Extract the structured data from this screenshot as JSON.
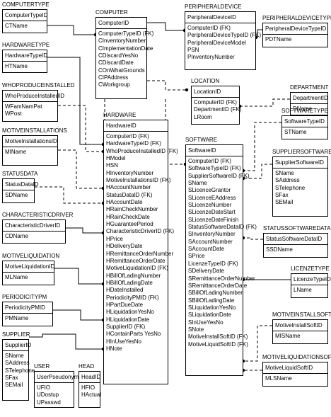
{
  "entities": {
    "computertype": {
      "name": "COMPUTERTYPE",
      "pk": [
        "ComputerTypeID"
      ],
      "attrs": [
        "CTName"
      ]
    },
    "computer": {
      "name": "COMPUTER",
      "pk": [
        "ComputerID"
      ],
      "attrs": [
        "ComputerTypeID (FK)",
        "CInventoryNumber",
        "CImplementationDate",
        "CDiscardYesNo",
        "CDiscardDate",
        "COnWhatGrounds",
        "CIPAddress",
        "CWorkgroup"
      ]
    },
    "peripheraldevice": {
      "name": "PERIPHERALDEVICE",
      "pk": [
        "PeripheralDeviceID"
      ],
      "attrs": [
        "ComputerID (FK)",
        "PeripheralDeviceTypeID (FK)",
        "PeripheralDeviceModel",
        "PSN",
        "PInventoryNumber"
      ]
    },
    "peripheraldevicetype": {
      "name": "PERIPHERALDEVICETYPE",
      "pk": [
        "PeripheralDeviceTypeID"
      ],
      "attrs": [
        "PDTName"
      ]
    },
    "hardwaretype": {
      "name": "HARDWARETYPE",
      "pk": [
        "HardwareTypeID"
      ],
      "attrs": [
        "HTName"
      ]
    },
    "location": {
      "name": "LOCATION",
      "pk": [
        "LocationID"
      ],
      "attrs": [
        "ComputerID (FK)",
        "DepartmentID (FK)",
        "LRoom"
      ]
    },
    "department": {
      "name": "DEPARTMENT",
      "pk": [
        "DepartmentID"
      ],
      "attrs": [
        "DName"
      ]
    },
    "whoproduceinstalled": {
      "name": "WHOPRODUCEINSTALLED",
      "pk": [
        "WhoProduceInstalledID"
      ],
      "attrs": [
        "WFamNamPat",
        "WPost"
      ]
    },
    "hardware": {
      "name": "HARDWARE",
      "pk": [
        "HardwareID"
      ],
      "attrs": [
        "ComputerID (FK)",
        "HardwareTypeID (FK)",
        "WhoProduceInstalledID (FK)",
        "HModel",
        "HSN",
        "HInventoryNumber",
        "MotiveInstallationsID (FK)",
        "HAccountNumber",
        "StatusDataID (FK)",
        "HAccountDate",
        "HRainCheckNumber",
        "HRainCheckDate",
        "HGuaranteePeriod",
        "CharacteristicDriverID (FK)",
        "HPrice",
        "HDeliveryDate",
        "HRemittanceOrderNumber",
        "HRemittanceOrderDate",
        "MotiveLiquidationID (FK)",
        "HBillOfLadingNumber",
        "HBillOfLadingDate",
        "HDateInstalled",
        "PeriodicityPMID (FK)",
        "HPartDueDate",
        "HLiquidationYesNo",
        "HLiquidationDate",
        "SupplierID (FK)",
        "HContainParts YesNo",
        "HInUseYesNo",
        "HNote"
      ]
    },
    "softwaretype": {
      "name": "SOFTWARETYPE",
      "pk": [
        "SoftwareTypeID"
      ],
      "attrs": [
        "STName"
      ]
    },
    "motiveinstallations": {
      "name": "MOTIVEINSTALLATIONS",
      "pk": [
        "MotiveInstallationsID"
      ],
      "attrs": [
        "MIName"
      ]
    },
    "software": {
      "name": "SOFTWARE",
      "pk": [
        "SoftwareID"
      ],
      "attrs": [
        "ComputerID (FK)",
        "SoftwareTypeID (FK)",
        "SupplierSoftwareID (FK)",
        "SName",
        "SLicenceGrantor",
        "SLicenceEAddress",
        "SLicenzeNumber",
        "SLicenzeDateStart",
        "SLicenzeDateFinish",
        "StatusSoftwareDataID (FK)",
        "SInventoryNumber",
        "SAccountNumber",
        "SAccountDate",
        "SPrice",
        "LicenzeTypeID (FK)",
        "SDeliveryDate",
        "SRemittanceOrderNumber",
        "SRemittanceOrderDate",
        "SBillOfLadingNumber",
        "SBillOfLadingDate",
        "SLiquidationYesNo",
        "SLiquidationDate",
        "SInUseYesNo",
        "SNote",
        "MotiveInstallSoftID (FK)",
        "MotiveLiquidSoftID (FK)"
      ]
    },
    "suppliersoftware": {
      "name": "SUPPLIERSOFTWARE",
      "pk": [
        "SupplierSoftwareID"
      ],
      "attrs": [
        "SName",
        "SAddress",
        "STelephone",
        "SFax",
        "SEMail"
      ]
    },
    "statusdata": {
      "name": "STATUSDATA",
      "pk": [
        "StatusDataID"
      ],
      "attrs": [
        "SDName"
      ]
    },
    "characteristicdriver": {
      "name": "CHARACTERISTICDRIVER",
      "pk": [
        "CharacteristicDriverID"
      ],
      "attrs": [
        "CDName"
      ]
    },
    "statussoftwaredata": {
      "name": "STATUSSOFTWAREDATA",
      "pk": [
        "StatusSoftwareDataID"
      ],
      "attrs": [
        "SSDName"
      ]
    },
    "motiveliquidation": {
      "name": "MOTIVELIQUIDATION",
      "pk": [
        "MotiveLiquidationID"
      ],
      "attrs": [
        "MLName"
      ]
    },
    "licenzetype": {
      "name": "LICENZETYPE",
      "pk": [
        "LicenzeTypeID"
      ],
      "attrs": [
        "LName"
      ]
    },
    "periodicitypm": {
      "name": "PERIODICITYPM",
      "pk": [
        "PeriodicityPMID"
      ],
      "attrs": [
        "PMName"
      ]
    },
    "motiveinstallsoft": {
      "name": "MOTIVEINSTALLSOFT",
      "pk": [
        "MotiveInstallSoftID"
      ],
      "attrs": [
        "MISName"
      ]
    },
    "supplier": {
      "name": "SUPPLIER",
      "pk": [
        "SupplierID"
      ],
      "attrs": [
        "SName",
        "SAddress",
        "STelephone",
        "SFax",
        "SEMail"
      ]
    },
    "user": {
      "name": "USER",
      "pk": [
        "UserPseudonym"
      ],
      "attrs": [
        "UFIO",
        "UDostup",
        "UPasswd"
      ]
    },
    "head": {
      "name": "HEAD",
      "pk": [
        "HeadID"
      ],
      "attrs": [
        "HFIO",
        "HActual"
      ]
    },
    "motiveliquidationsoft": {
      "name": "MOTIVELIQUIDATIONSOFT",
      "pk": [
        "MotiveLiquidSoftID"
      ],
      "attrs": [
        "MLSName"
      ]
    }
  }
}
